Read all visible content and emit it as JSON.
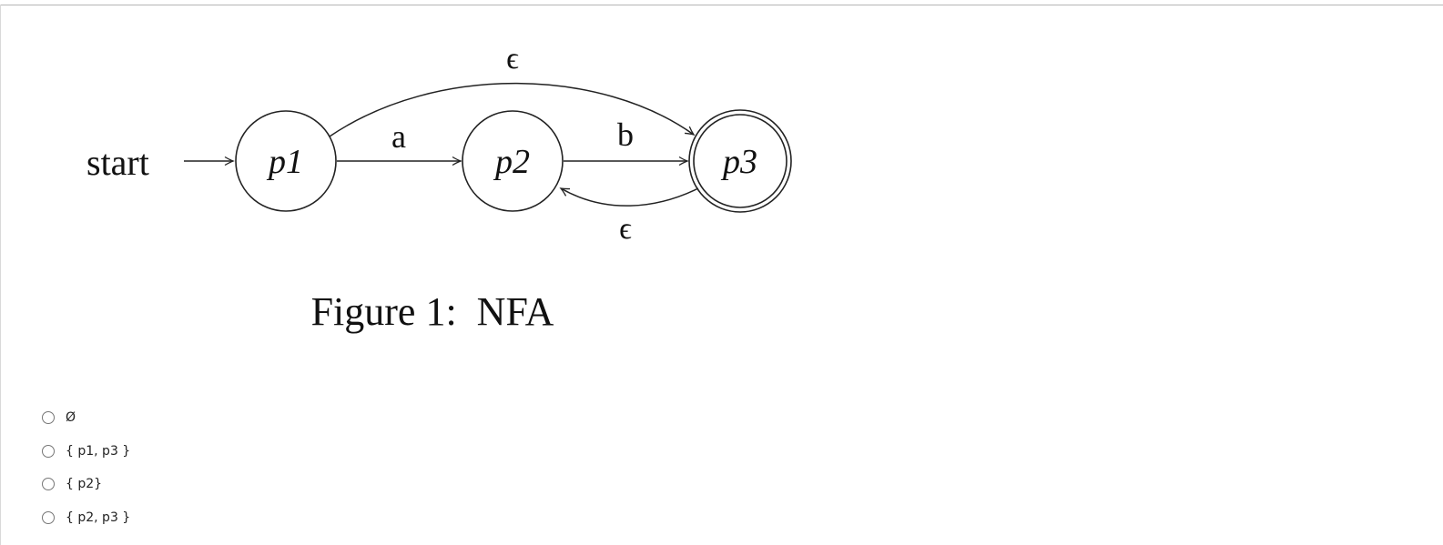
{
  "figure": {
    "start_label": "start",
    "states": [
      {
        "id": "p1",
        "label": "p1",
        "accepting": false
      },
      {
        "id": "p2",
        "label": "p2",
        "accepting": false
      },
      {
        "id": "p3",
        "label": "p3",
        "accepting": true
      }
    ],
    "transitions": [
      {
        "from": "p1",
        "to": "p2",
        "symbol": "a"
      },
      {
        "from": "p2",
        "to": "p3",
        "symbol": "b"
      },
      {
        "from": "p1",
        "to": "p3",
        "symbol": "ϵ"
      },
      {
        "from": "p3",
        "to": "p2",
        "symbol": "ϵ"
      }
    ],
    "caption": "Figure 1:  NFA"
  },
  "options": [
    {
      "label": "Ø",
      "selected": false
    },
    {
      "label": "{ p1, p3 }",
      "selected": false
    },
    {
      "label": "{ p2}",
      "selected": false
    },
    {
      "label": "{ p2, p3 }",
      "selected": false
    }
  ]
}
